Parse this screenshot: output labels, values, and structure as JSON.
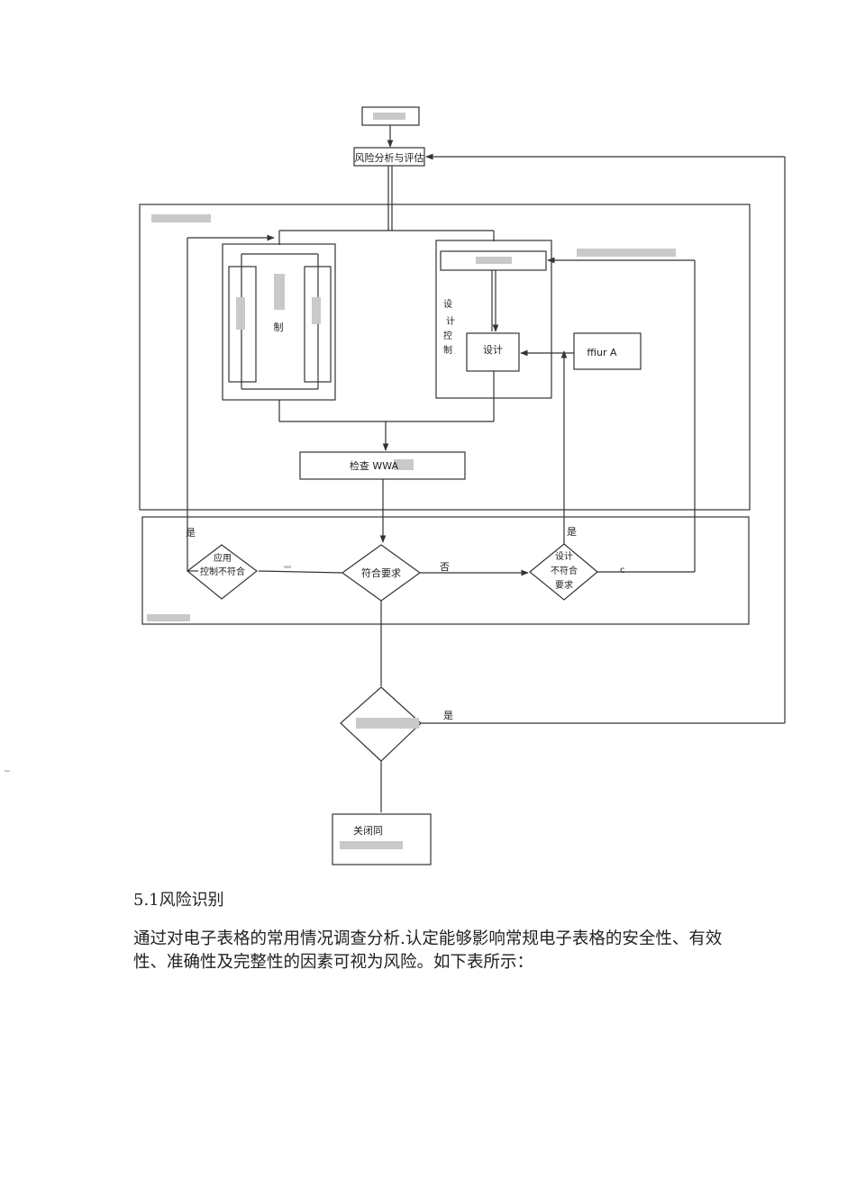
{
  "diagram": {
    "top_box": "",
    "risk_analysis": "风险分析与评估",
    "risk_control_label": "",
    "left_panel": {
      "left_bar": "",
      "center_label": "制",
      "right_bar": ""
    },
    "right_panel": {
      "top_box": "",
      "side_label_1": "设",
      "side_label_2": "计",
      "side_label_3": "控",
      "side_label_4": "制",
      "design_box": "设计",
      "external_box": "ffiur A"
    },
    "external_note": "",
    "check_box": "检查 WWA",
    "section2_label": "",
    "decision_left_1": "应用",
    "decision_left_2": "控制不符合",
    "decision_center": "符合要求",
    "decision_right_1": "设计",
    "decision_right_2": "不符合",
    "decision_right_3": "要求",
    "yes_left": "是",
    "no_center": "否",
    "yes_right": "是",
    "mark_right": "c",
    "decision_bottom": "",
    "yes_bottom": "是",
    "end_box_1": "关闭同",
    "end_box_2": ""
  },
  "document": {
    "heading": "5.1风险识别",
    "paragraph": "通过对电子表格的常用情况调查分析.认定能够影响常规电子表格的安全性、有效性、准确性及完整性的因素可视为风险。如下表所示："
  },
  "margin_mark": "~"
}
